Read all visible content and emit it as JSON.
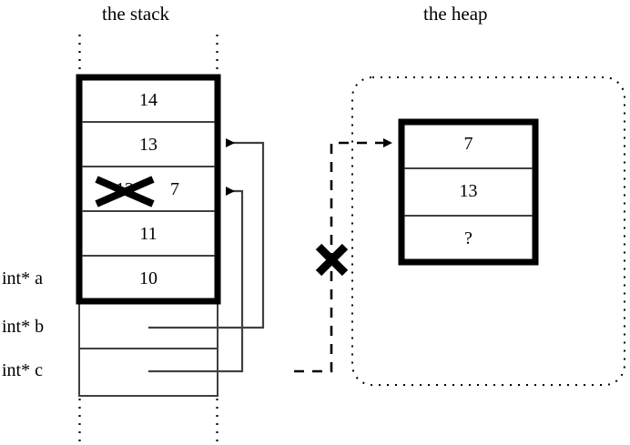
{
  "titles": {
    "stack": "the stack",
    "heap": "the heap"
  },
  "stack": {
    "frame_cells": [
      {
        "value": "14"
      },
      {
        "value": "13"
      },
      {
        "value": "12",
        "struck": true,
        "replacement": "7"
      },
      {
        "value": "11"
      },
      {
        "value": "10"
      }
    ],
    "pointer_labels": [
      "int* a",
      "int* b",
      "int* c"
    ],
    "pointer_cells": [
      {
        "label": "int* a",
        "value": ""
      },
      {
        "label": "int* b",
        "value": ""
      },
      {
        "label": "int* c",
        "value": ""
      }
    ]
  },
  "heap": {
    "cells": [
      {
        "value": "7"
      },
      {
        "value": "13"
      },
      {
        "value": "?"
      }
    ]
  },
  "marks": {
    "strikethrough_x": "X",
    "invalid_pointer_x": "X"
  },
  "colors": {
    "stroke": "#000000",
    "thin_stroke": "#404040",
    "background": "#ffffff"
  }
}
